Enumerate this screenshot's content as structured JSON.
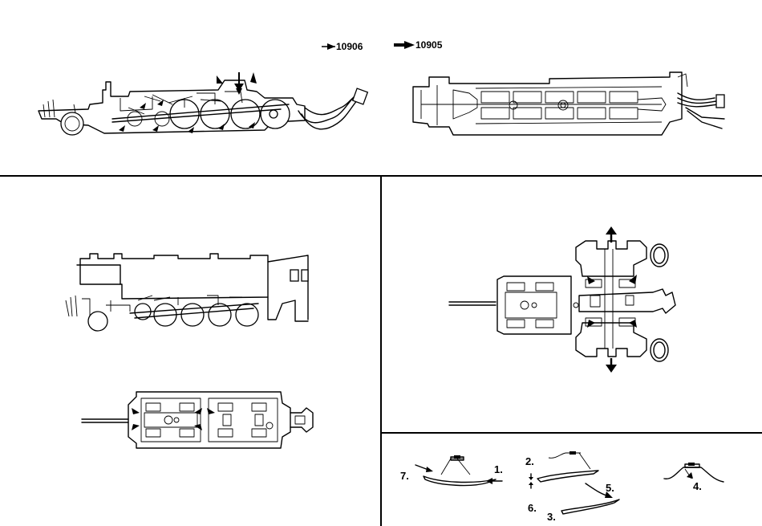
{
  "top_labels": {
    "part_a": "10906",
    "part_b": "10905"
  },
  "steps": [
    "1.",
    "2.",
    "3.",
    "4.",
    "5.",
    "6.",
    "7."
  ]
}
